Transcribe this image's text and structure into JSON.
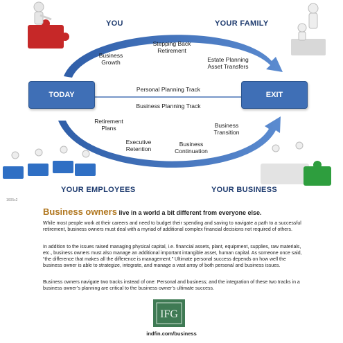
{
  "corners": {
    "you": "YOU",
    "your_family": "YOUR FAMILY",
    "your_employees": "YOUR EMPLOYEES",
    "your_business": "YOUR BUSINESS"
  },
  "boxes": {
    "today": "TODAY",
    "exit": "EXIT"
  },
  "tracks": {
    "personal": "Personal Planning Track",
    "business": "Business  Planning Track"
  },
  "upper_nodes": {
    "business_growth": "Business\nGrowth",
    "stepping_back": "Stepping Back\nRetirement",
    "estate_planning": "Estate Planning\nAsset Transfers"
  },
  "lower_nodes": {
    "retirement_plans": "Retirement\nPlans",
    "executive_retention": "Executive\nRetention",
    "business_continuation": "Business\nContinuation",
    "business_transition": "Business\nTransition"
  },
  "code": "1605c2",
  "headline": {
    "big": "Business owners",
    "rest": " live in a world a bit different from everyone else."
  },
  "paragraphs": [
    "While most people work at their careers and need to budget their spending and saving to navigate a path to a successful retirement, business owners must deal with a myriad of additional complex financial decisions not required of others.",
    "In addition to the issues raised managing physical capital, i.e. financial assets, plant, equipment, supplies, raw materials, etc., business owners must also manage an additional important intangible asset, human capital. As someone once said, “the difference that makes all the difference is management.” Ultimate personal success depends on how well the business owner is able to strategize, integrate, and manage a vast array of both personal and business issues.",
    "Business owners navigate two tracks instead of one:  Personal and business; and the integration of these two tracks in a business owner’s planning are critical to the business owner’s ultimate success."
  ],
  "logo_text": "IFG",
  "url": "indfin.com/business",
  "colors": {
    "arrow_blue": "#3f6fb6",
    "headline_gold": "#b0761e",
    "logo_green": "#3f7a54",
    "puzzle_red": "#c62828",
    "puzzle_green": "#2e9e3e",
    "puzzle_blue": "#2f6fc4"
  }
}
